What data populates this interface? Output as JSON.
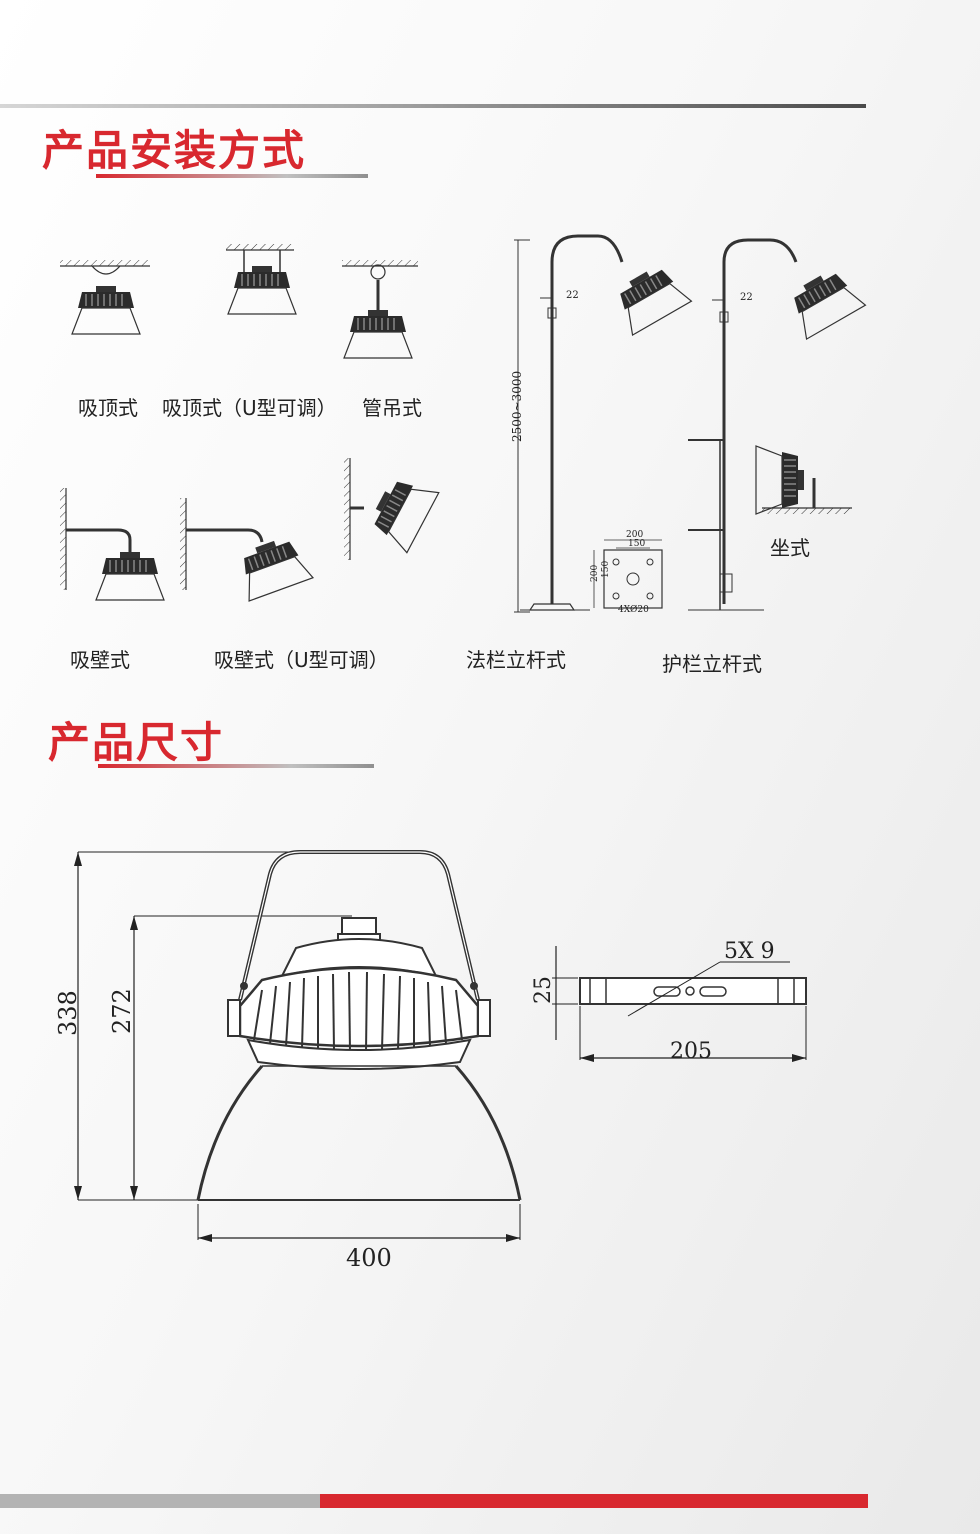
{
  "sections": {
    "install_title": "产品安装方式",
    "dimensions_title": "产品尺寸"
  },
  "install_labels": {
    "ceiling": "吸顶式",
    "ceiling_u": "吸顶式（U型可调）",
    "pipe": "管吊式",
    "wall": "吸壁式",
    "wall_u": "吸壁式（U型可调）",
    "flange_pole": "法栏立杆式",
    "guard_pole": "护栏立杆式",
    "seat": "坐式"
  },
  "pole_dims": {
    "offset": "22",
    "height_range": "2500~3000",
    "base_outer": "200",
    "base_inner": "150",
    "base_side_outer": "200",
    "base_side_inner": "150",
    "holes": "4XØ20"
  },
  "product_dims": {
    "height_total": "338",
    "height_body": "272",
    "width": "400",
    "bracket_slot": "5X  9",
    "bracket_height": "25",
    "bracket_length": "205"
  },
  "colors": {
    "accent_red": "#d8282f",
    "line": "#222222"
  }
}
